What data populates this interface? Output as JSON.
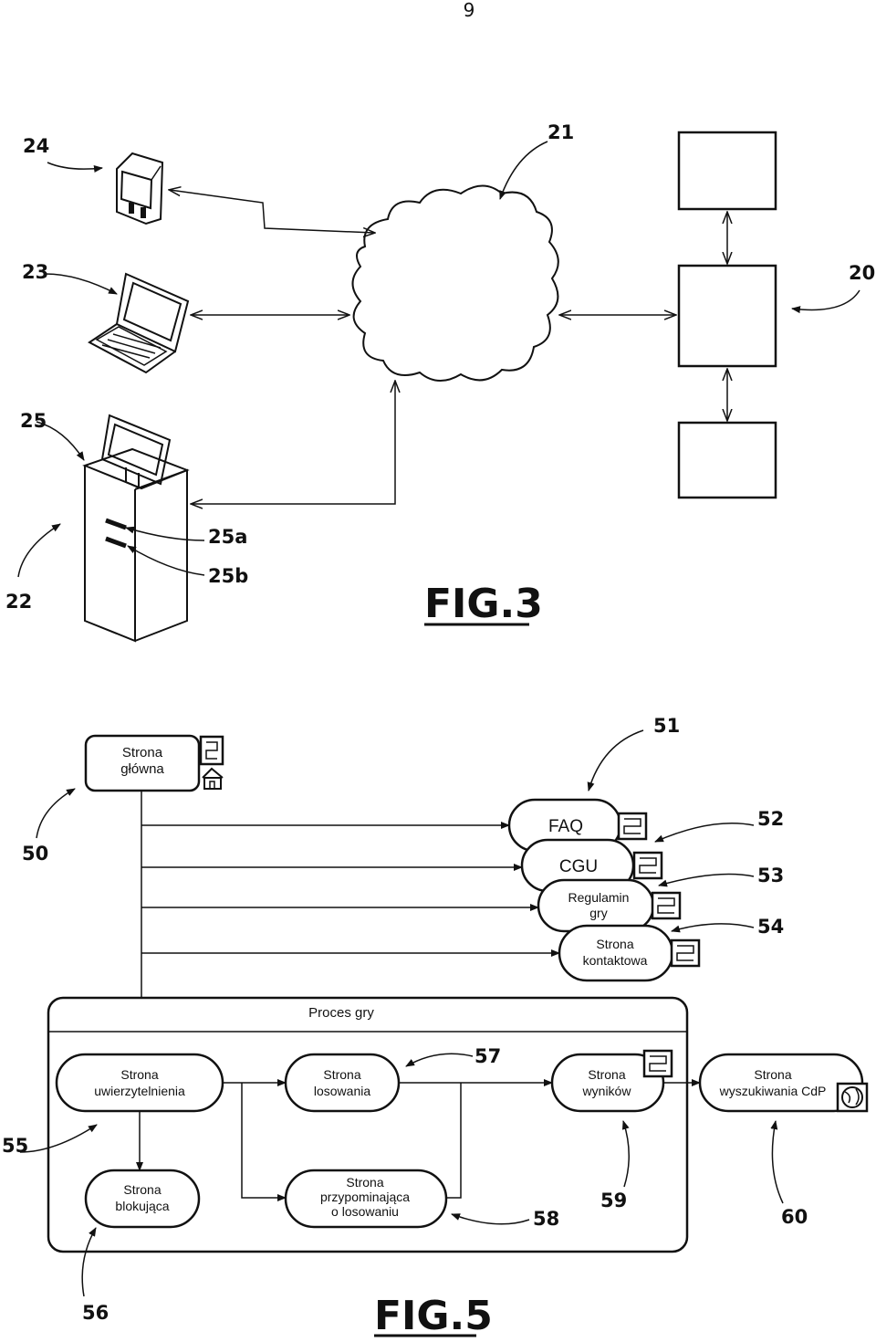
{
  "page_number": "9",
  "fig3": {
    "caption": "FIG.3",
    "refs": {
      "r24": "24",
      "r23": "23",
      "r25": "25",
      "r25a": "25a",
      "r25b": "25b",
      "r22": "22",
      "r21": "21",
      "r20": "20"
    }
  },
  "fig5": {
    "caption": "FIG.5",
    "refs": {
      "r51": "51",
      "r50": "50",
      "r52": "52",
      "r53": "53",
      "r54": "54",
      "r55": "55",
      "r56": "56",
      "r57": "57",
      "r58": "58",
      "r59": "59",
      "r60": "60"
    },
    "home": {
      "line1": "Strona",
      "line2": "główna"
    },
    "faq": "FAQ",
    "cgu": "CGU",
    "regulamin": {
      "line1": "Regulamin",
      "line2": "gry"
    },
    "kontakt": {
      "line1": "Strona",
      "line2": "kontaktowa"
    },
    "process_title": "Proces gry",
    "auth": {
      "line1": "Strona",
      "line2": "uwierzytelnienia"
    },
    "draw": {
      "line1": "Strona",
      "line2": "losowania"
    },
    "results": {
      "line1": "Strona",
      "line2": "wyników"
    },
    "search": {
      "line1": "Strona",
      "line2": "wyszukiwania CdP"
    },
    "block": {
      "line1": "Strona",
      "line2": "blokująca"
    },
    "reminder": {
      "line1": "Strona",
      "line2": "przypominająca",
      "line3": "o losowaniu"
    }
  }
}
